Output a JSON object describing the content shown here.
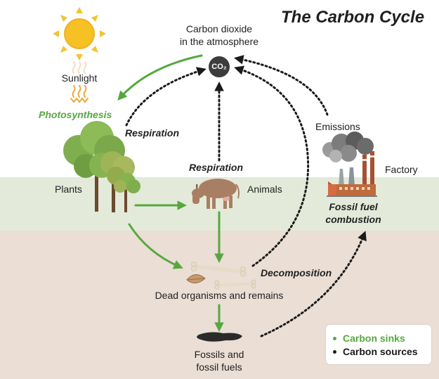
{
  "title": "The Carbon Cycle",
  "nodes": {
    "atmosphere_line1": "Carbon dioxide",
    "atmosphere_line2": "in the atmosphere",
    "co2_badge": "CO₂",
    "sunlight": "Sunlight",
    "plants": "Plants",
    "animals": "Animals",
    "factory": "Factory",
    "emissions": "Emissions",
    "dead_organisms": "Dead organisms and remains",
    "fossils_line1": "Fossils and",
    "fossils_line2": "fossil fuels"
  },
  "processes": {
    "photosynthesis": "Photosynthesis",
    "respiration_plants": "Respiration",
    "respiration_animals": "Respiration",
    "decomposition": "Decomposition",
    "combustion_line1": "Fossil fuel",
    "combustion_line2": "combustion"
  },
  "legend": {
    "sinks": "Carbon sinks",
    "sources": "Carbon sources"
  },
  "colors": {
    "sink": "#55a83e",
    "source": "#1a1a1a",
    "sky": "#ffffff",
    "land": "#e3ead9",
    "soil": "#eaded5"
  }
}
